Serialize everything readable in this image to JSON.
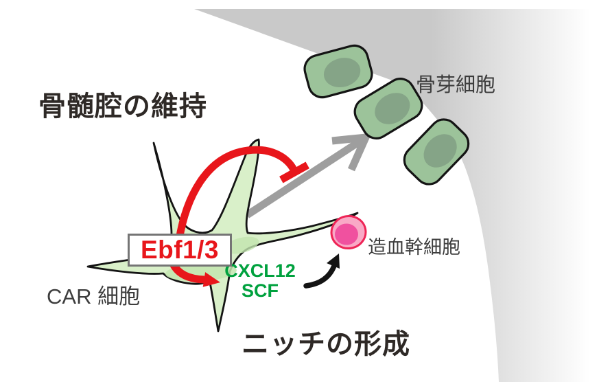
{
  "figure": {
    "region_titles": {
      "bone_marrow_maintenance": "骨髄腔の維持",
      "niche_formation": "ニッチの形成"
    },
    "cell_labels": {
      "osteoblast": "骨芽細胞",
      "car_cell": "CAR 細胞",
      "hematopoietic_stem_cell": "造血幹細胞"
    },
    "gene_box": {
      "label": "Ebf1/3"
    },
    "secreted_factors": {
      "line1": "CXCL12",
      "line2": "SCF"
    },
    "colors": {
      "bone_gray": "#c9c9c9",
      "arrow_gray": "#9e9e9e",
      "accent_red": "#e8161b",
      "factor_green": "#00a13e",
      "car_cell_fill": "#d9f0c9",
      "car_cell_shadow": "#c2e5af",
      "osteoblast_fill": "#9cc39a",
      "osteoblast_nucleus": "#85a487",
      "hsc_fill": "#f9a9c6",
      "hsc_nucleus": "#f0519f",
      "hsc_outline": "#ee2456",
      "outline_black": "#141414"
    }
  }
}
